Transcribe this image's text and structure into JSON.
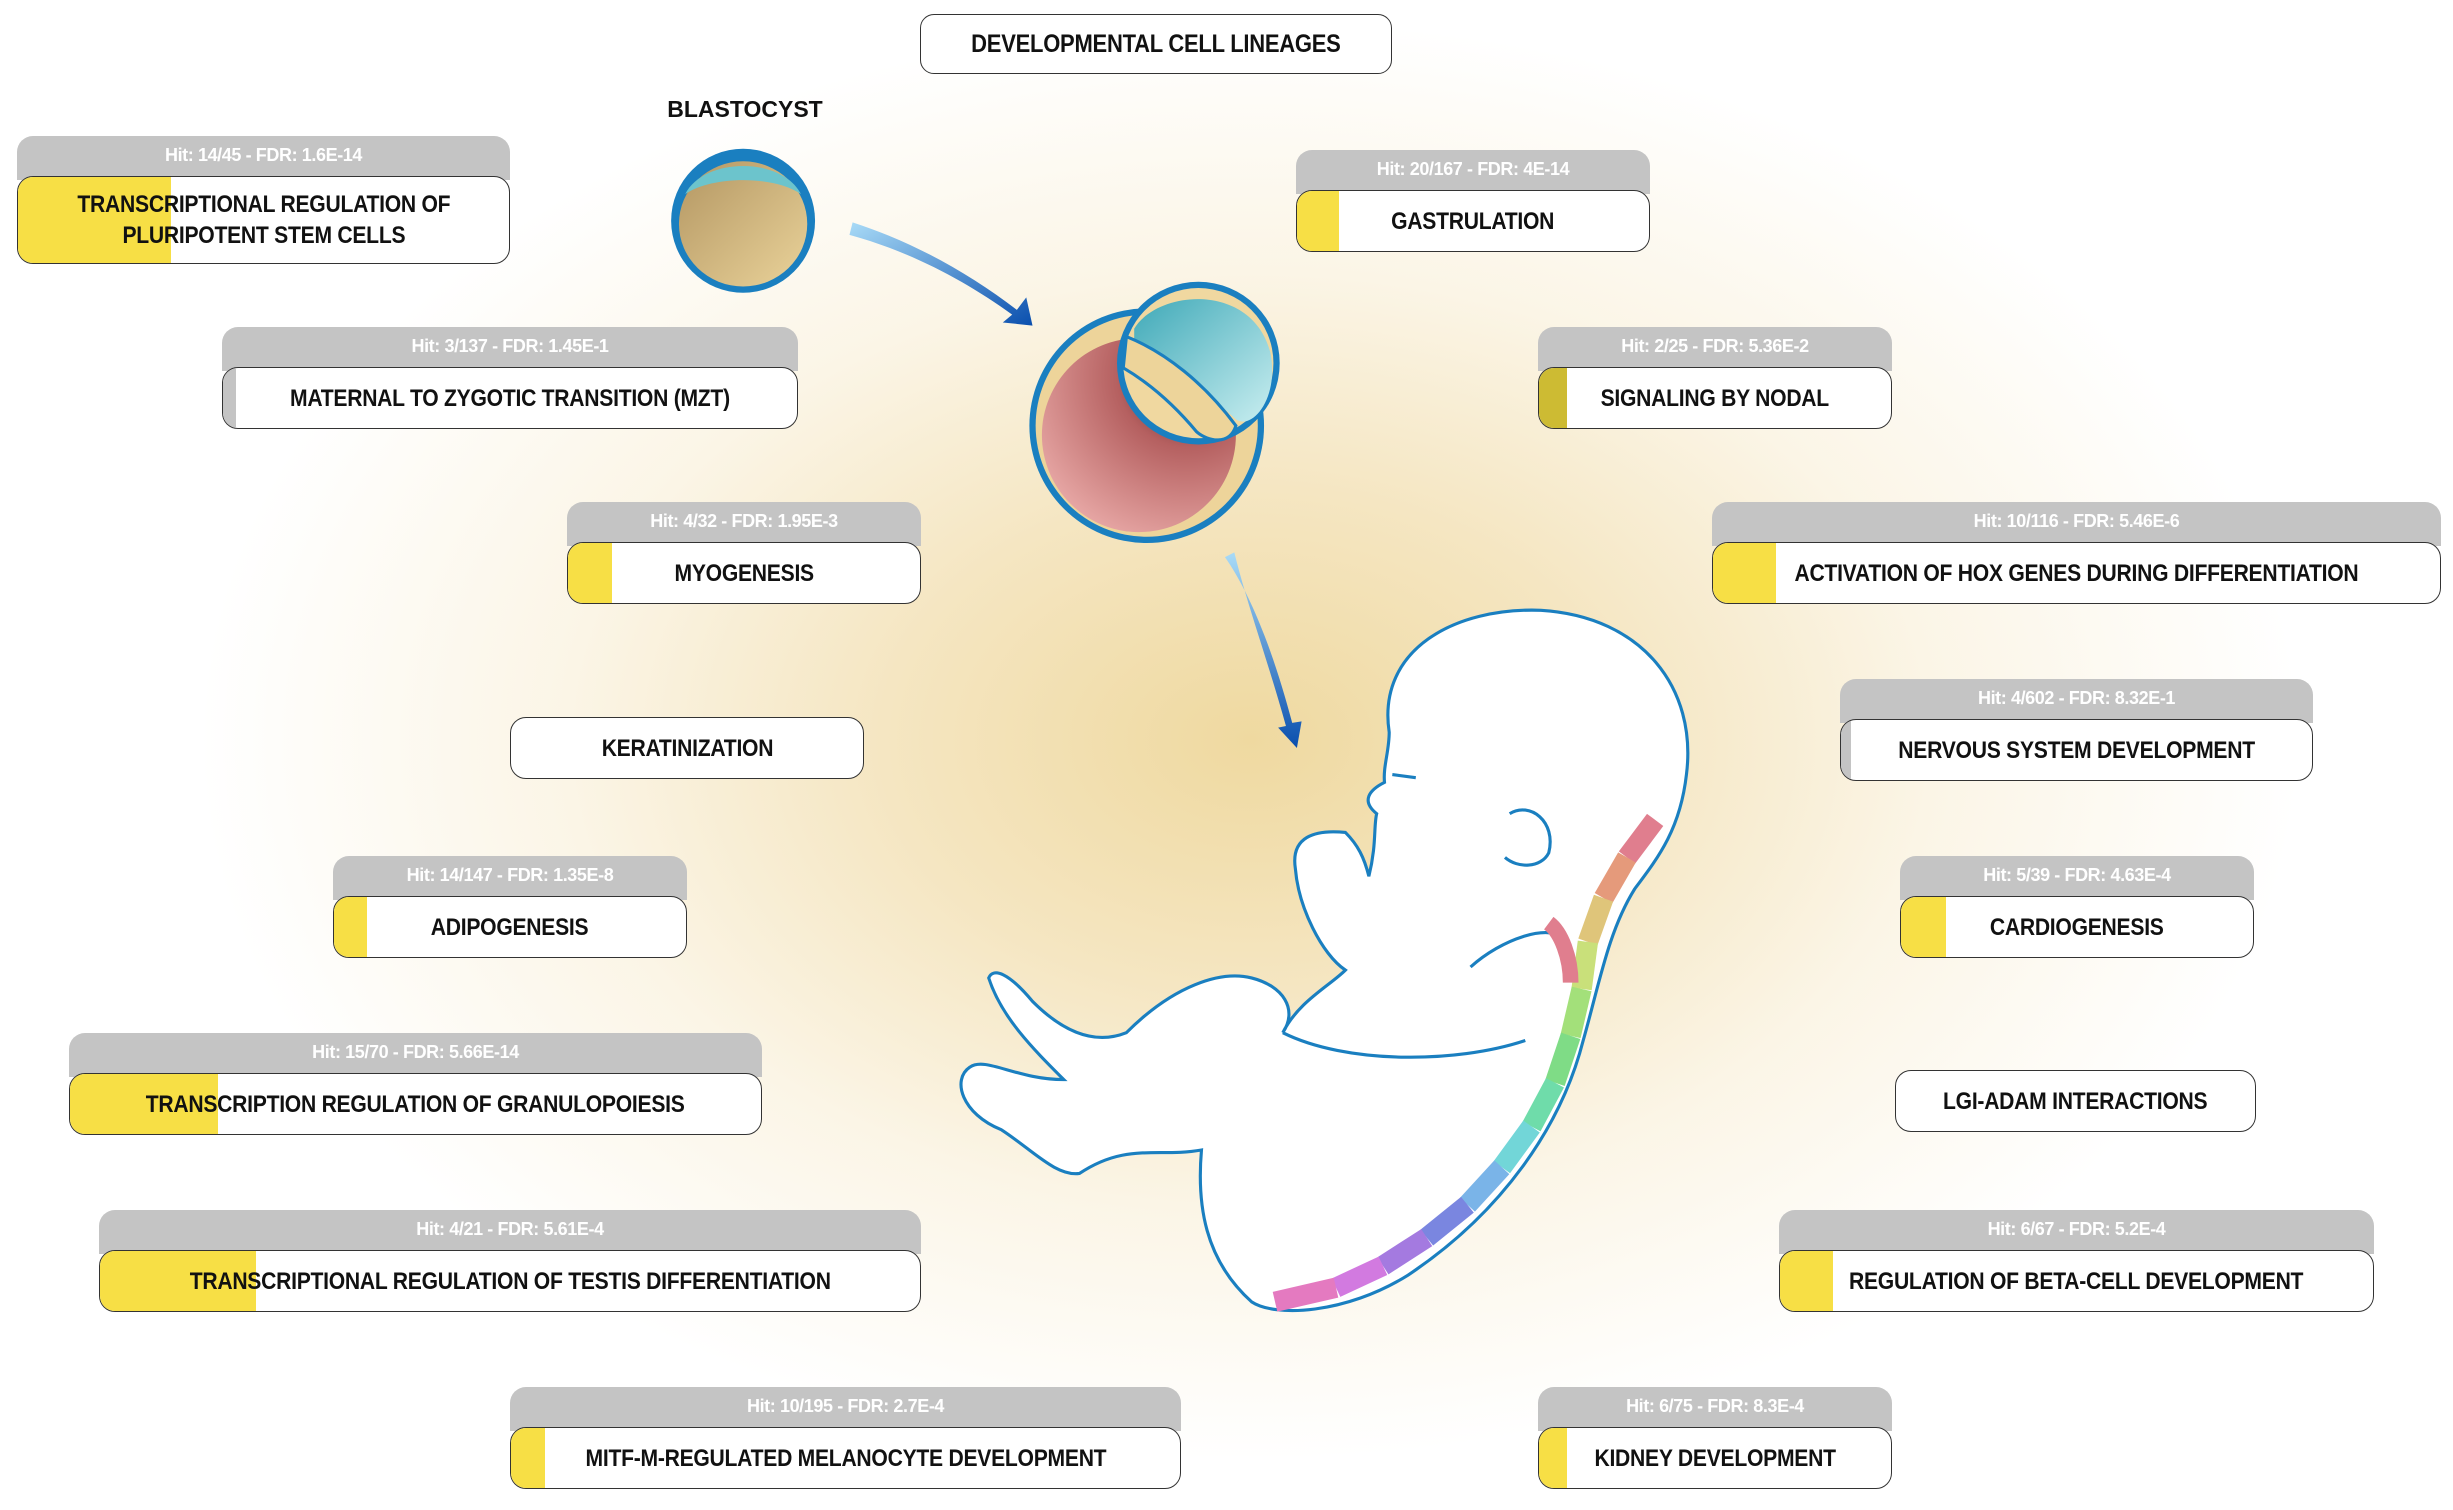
{
  "title": "DEVELOPMENTAL CELL LINEAGES",
  "blastocyst_label": "BLASTOCYST",
  "colors": {
    "significant": "#f7df45",
    "weak": "#cdbb33",
    "nonsignificant": "#c4c4c4",
    "header": "#c4c4c4",
    "outline": "#1a7fc0"
  },
  "cards": [
    {
      "label": "TRANSCRIPTIONAL REGULATION OF PLURIPOTENT STEM CELLS",
      "label_line1": "TRANSCRIPTIONAL REGULATION OF",
      "label_line2": "PLURIPOTENT STEM CELLS",
      "stats": "Hit: 14/45 - FDR: 1.6E-14",
      "fill": 0.311,
      "bar_color": "#f7df45"
    },
    {
      "label": "MATERNAL TO ZYGOTIC TRANSITION (MZT)",
      "stats": "Hit: 3/137 - FDR: 1.45E-1",
      "fill": 0.022,
      "bar_color": "#c4c4c4"
    },
    {
      "label": "MYOGENESIS",
      "stats": "Hit: 4/32 - FDR: 1.95E-3",
      "fill": 0.125,
      "bar_color": "#f7df45"
    },
    {
      "label": "KERATINIZATION"
    },
    {
      "label": "ADIPOGENESIS",
      "stats": "Hit: 14/147 - FDR: 1.35E-8",
      "fill": 0.095,
      "bar_color": "#f7df45"
    },
    {
      "label": "TRANSCRIPTION REGULATION OF GRANULOPOIESIS",
      "stats": "Hit: 15/70 - FDR: 5.66E-14",
      "fill": 0.214,
      "bar_color": "#f7df45"
    },
    {
      "label": "TRANSCRIPTIONAL REGULATION OF TESTIS DIFFERENTIATION",
      "stats": "Hit: 4/21 - FDR: 5.61E-4",
      "fill": 0.19,
      "bar_color": "#f7df45"
    },
    {
      "label": "MITF-M-REGULATED MELANOCYTE DEVELOPMENT",
      "stats": "Hit: 10/195 - FDR: 2.7E-4",
      "fill": 0.051,
      "bar_color": "#f7df45"
    },
    {
      "label": "GASTRULATION",
      "stats": "Hit: 20/167 - FDR: 4E-14",
      "fill": 0.12,
      "bar_color": "#f7df45"
    },
    {
      "label": "SIGNALING BY NODAL",
      "stats": "Hit: 2/25 - FDR: 5.36E-2",
      "fill": 0.08,
      "bar_color": "#cdbb33"
    },
    {
      "label": "ACTIVATION OF HOX GENES DURING DIFFERENTIATION",
      "stats": "Hit: 10/116 - FDR: 5.46E-6",
      "fill": 0.086,
      "bar_color": "#f7df45"
    },
    {
      "label": "NERVOUS SYSTEM DEVELOPMENT",
      "stats": "Hit: 4/602 - FDR: 8.32E-1",
      "fill": 0.02,
      "bar_color": "#c4c4c4"
    },
    {
      "label": "CARDIOGENESIS",
      "stats": "Hit: 5/39 - FDR: 4.63E-4",
      "fill": 0.128,
      "bar_color": "#f7df45"
    },
    {
      "label": "LGI-ADAM INTERACTIONS"
    },
    {
      "label": "REGULATION OF BETA-CELL DEVELOPMENT",
      "stats": "Hit: 6/67 - FDR: 5.2E-4",
      "fill": 0.09,
      "bar_color": "#f7df45"
    },
    {
      "label": "KIDNEY DEVELOPMENT",
      "stats": "Hit: 6/75 - FDR: 8.3E-4",
      "fill": 0.08,
      "bar_color": "#f7df45"
    }
  ]
}
